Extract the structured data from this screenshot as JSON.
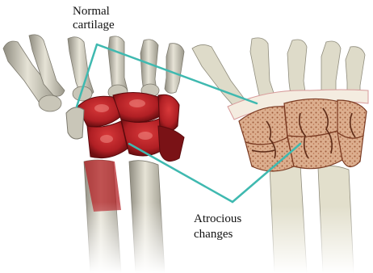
{
  "labels": {
    "normal_cartilage": [
      "Normal",
      "cartilage"
    ],
    "atrocious_changes": [
      "Atrocious",
      "changes"
    ]
  },
  "colors": {
    "leader_line": "#3fb9b0",
    "bone": "#d9d6c8",
    "bone_shade": "#a8a596",
    "inflamed": "#b8262a",
    "inflamed_dark": "#7a1216",
    "eroded_bone": "#d8a88a",
    "eroded_crack": "#7b3b22",
    "cartilage": "#f4ece0"
  },
  "figure": {
    "panels": [
      "inflamed-wrist",
      "eroded-wrist"
    ]
  }
}
